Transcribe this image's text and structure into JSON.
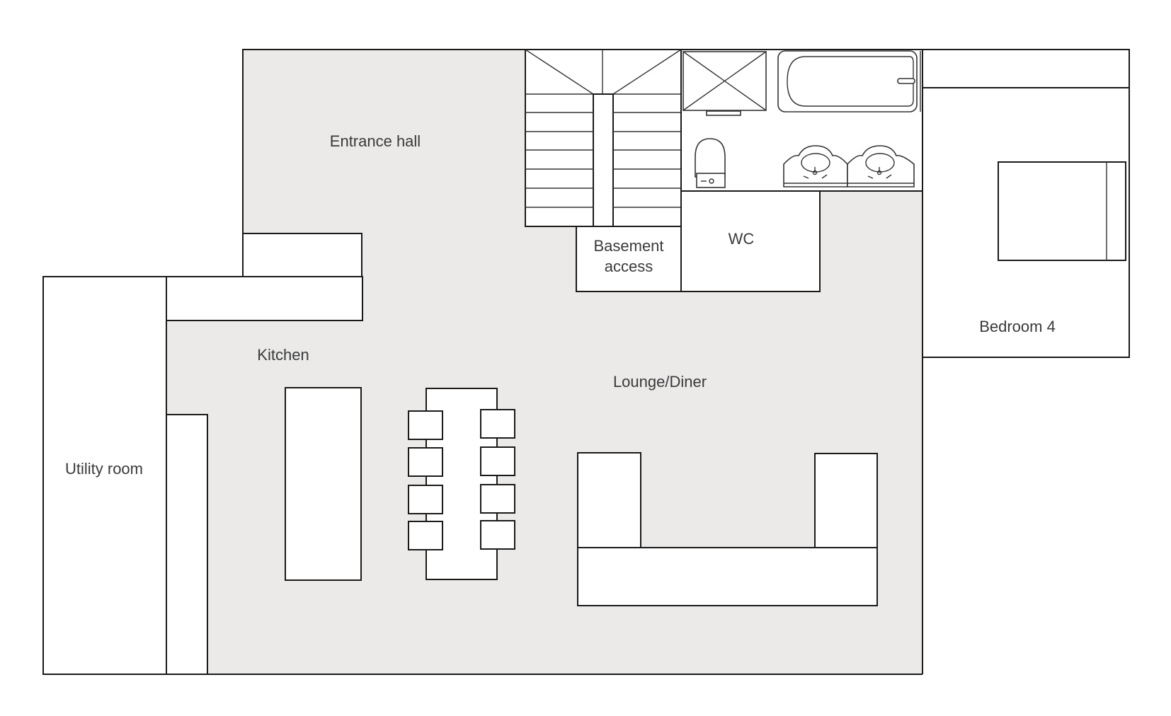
{
  "diagram": {
    "rooms": {
      "entrance_hall": "Entrance hall",
      "basement_access_line1": "Basement",
      "basement_access_line2": "access",
      "wc": "WC",
      "kitchen": "Kitchen",
      "lounge_diner": "Lounge/Diner",
      "utility_room": "Utility room",
      "bedroom4": "Bedroom 4"
    }
  }
}
